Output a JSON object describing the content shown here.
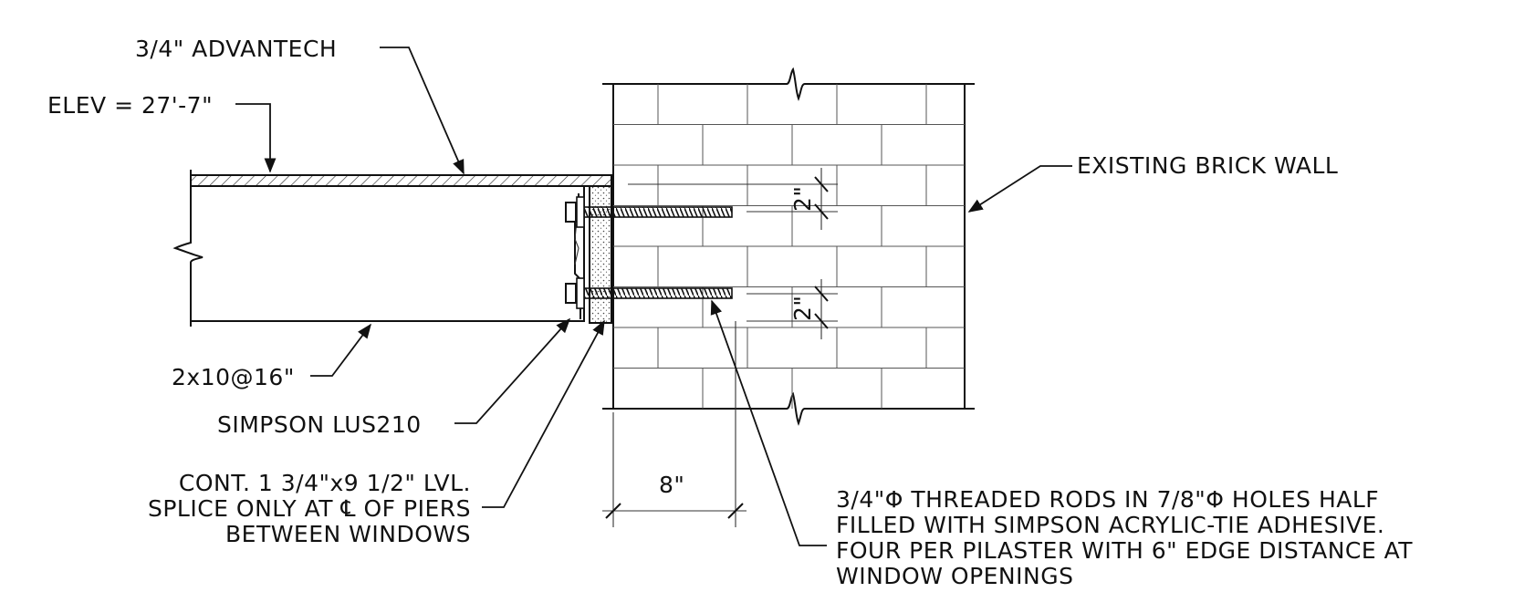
{
  "labels": {
    "advantech": "3/4\" ADVANTECH",
    "elev": "ELEV = 27'-7\"",
    "joist": "2x10@16\"",
    "hanger": "SIMPSON LUS210",
    "lvl_line1": "CONT. 1 3/4\"x9 1/2\" LVL.",
    "lvl_line2": "SPLICE ONLY AT ℄ OF PIERS",
    "lvl_line3": "BETWEEN WINDOWS",
    "wall": "EXISTING BRICK WALL",
    "rods_line1": "3/4\"Φ THREADED RODS IN 7/8\"Φ HOLES HALF",
    "rods_line2": "FILLED WITH SIMPSON ACRYLIC-TIE ADHESIVE.",
    "rods_line3": "FOUR PER PILASTER WITH 6\" EDGE DISTANCE AT",
    "rods_line4": "WINDOW OPENINGS"
  },
  "dimensions": {
    "top_rod_edge": "2\"",
    "bottom_rod_edge": "2\"",
    "embedment": "8\""
  }
}
